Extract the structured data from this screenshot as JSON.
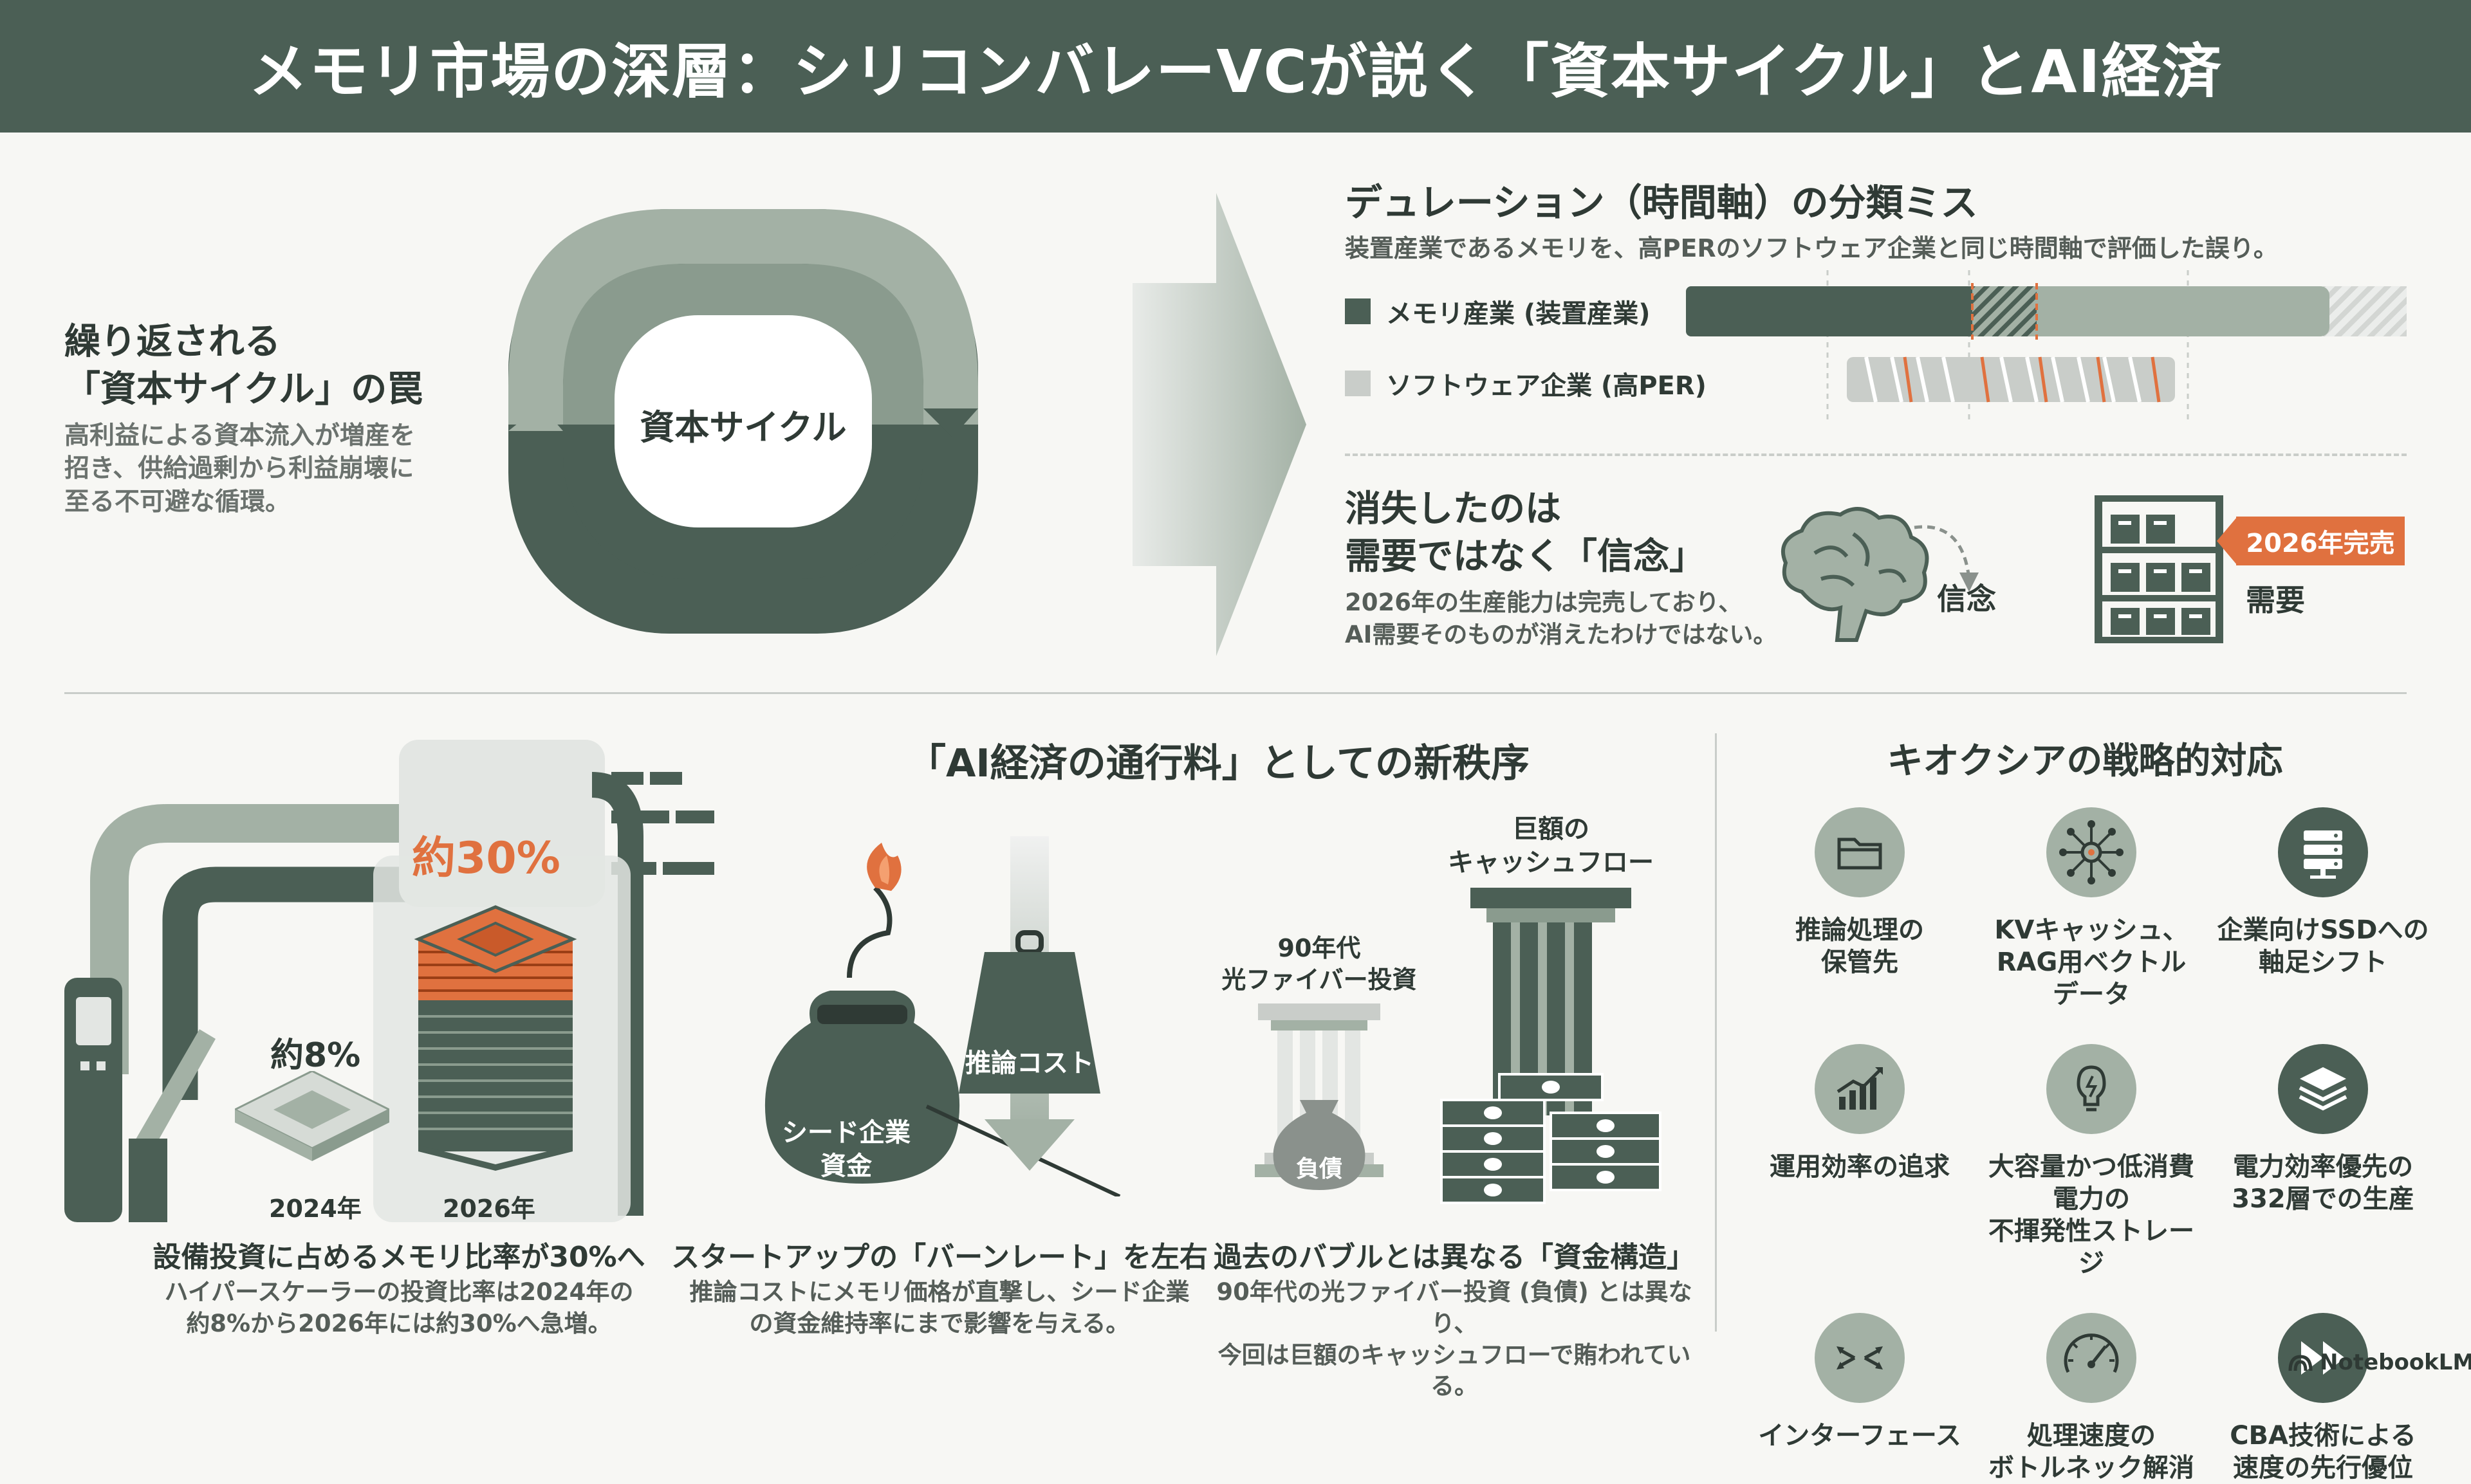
{
  "title": "メモリ市場の深層：シリコンバレーVCが説く「資本サイクル」とAI経済",
  "cycle": {
    "heading_line1": "繰り返される",
    "heading_line2": "「資本サイクル」の罠",
    "desc_line1": "高利益による資本流入が増産を",
    "desc_line2": "招き、供給過剰から利益崩壊に",
    "desc_line3": "至る不可避な循環。",
    "center_label": "資本サイクル"
  },
  "duration": {
    "heading": "デュレーション（時間軸）の分類ミス",
    "subtitle": "装置産業であるメモリを、高PERのソフトウェア企業と同じ時間軸で評価した誤り。",
    "legend_memory": "メモリ産業 (装置産業)",
    "legend_software": "ソフトウェア企業 (高PER)"
  },
  "belief": {
    "heading_line1": "消失したのは",
    "heading_line2": "需要ではなく「信念」",
    "desc_line1": "2026年の生産能力は完売しており、",
    "desc_line2": "AI需要そのものが消えたわけではない。",
    "belief_label": "信念",
    "demand_label": "需要",
    "soldout_tag": "2026年完売"
  },
  "toll": {
    "heading": "「AI経済の通行料」としての新秩序",
    "label_2024": "2024年",
    "label_2026": "2026年",
    "pct_2024": "約8%",
    "pct_2026": "約30%",
    "caption1_title": "設備投資に占めるメモリ比率が30%へ",
    "caption1_line1": "ハイパースケーラーの投資比率は2024年の",
    "caption1_line2": "約8%から2026年には約30%へ急増。",
    "bag_label_line1": "シード企業",
    "bag_label_line2": "資金",
    "weight_label": "推論コスト",
    "caption2_title": "スタートアップの「バーンレート」を左右",
    "caption2_line1": "推論コストにメモリ価格が直撃し、シード企業",
    "caption2_line2": "の資金維持率にまで影響を与える。",
    "fiber_line1": "90年代",
    "fiber_line2": "光ファイバー投資",
    "debt_label": "負債",
    "cash_line1": "巨額の",
    "cash_line2": "キャッシュフロー",
    "caption3_title": "過去のバブルとは異なる「資金構造」",
    "caption3_line1": "90年代の光ファイバー投資 (負債) とは異なり、",
    "caption3_line2": "今回は巨額のキャッシュフローで賄われている。"
  },
  "kioxia": {
    "heading": "キオクシアの戦略的対応",
    "items": [
      {
        "icon": "folder-icon",
        "line1": "推論処理の",
        "line2": "保管先"
      },
      {
        "icon": "network-node-icon",
        "line1": "KVキャッシュ、",
        "line2": "RAG用ベクトルデータ"
      },
      {
        "icon": "server-icon",
        "line1": "企業向けSSDへの",
        "line2": "軸足シフト"
      },
      {
        "icon": "growth-chart-icon",
        "line1": "運用効率の追求",
        "line2": ""
      },
      {
        "icon": "lightbulb-icon",
        "line1": "大容量かつ低消費電力の",
        "line2": "不揮発性ストレージ"
      },
      {
        "icon": "layers-icon",
        "line1": "電力効率優先の",
        "line2": "332層での生産"
      },
      {
        "icon": "interface-arrows-icon",
        "line1": "インターフェース",
        "line2": ""
      },
      {
        "icon": "speedometer-icon",
        "line1": "処理速度の",
        "line2": "ボトルネック解消"
      },
      {
        "icon": "fast-forward-icon",
        "line1": "CBA技術による",
        "line2": "速度の先行優位"
      }
    ]
  },
  "footer": {
    "brand": "NotebookLM"
  },
  "colors": {
    "dark_green": "#4b5f55",
    "mid_green": "#a3b1a5",
    "light_grey": "#d8dbd8",
    "accent_orange": "#e0713f"
  }
}
